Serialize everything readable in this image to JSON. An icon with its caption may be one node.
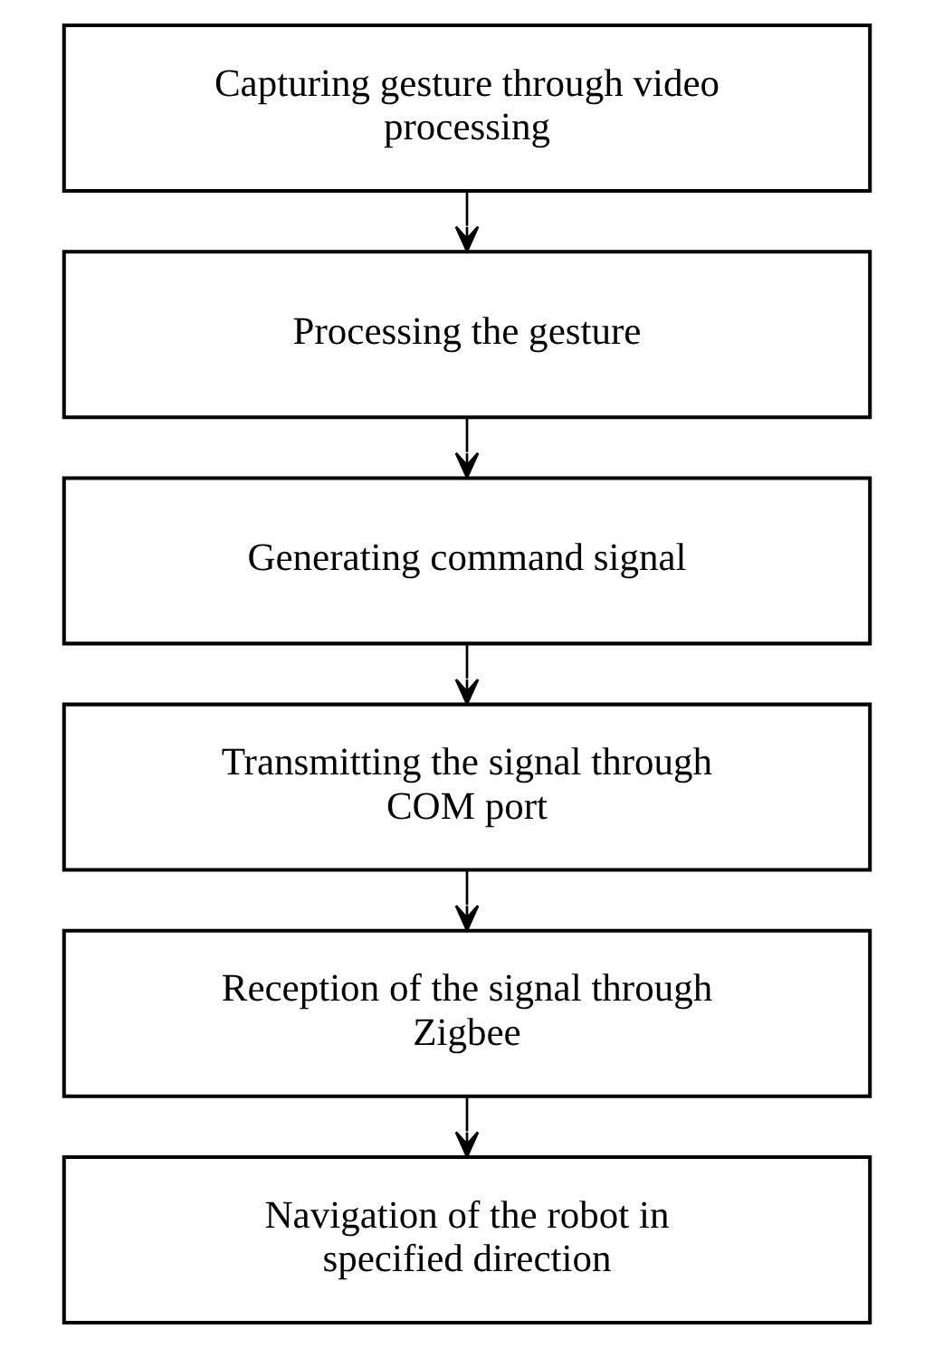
{
  "diagram": {
    "nodes": [
      {
        "text": [
          "Capturing gesture through video processing"
        ]
      },
      {
        "text": [
          "Processing the gesture"
        ]
      },
      {
        "text": [
          "Generating command signal"
        ]
      },
      {
        "text": [
          "Transmitting the signal through COM port"
        ]
      },
      {
        "text": [
          "Reception of the signal through Zigbee"
        ]
      },
      {
        "text": [
          "Navigation of the robot in specified direction"
        ]
      }
    ],
    "edges": [
      {
        "from": 0,
        "to": 1,
        "arrow": "to"
      },
      {
        "from": 1,
        "to": 2,
        "arrow": "to"
      },
      {
        "from": 2,
        "to": 3,
        "arrow": "to"
      },
      {
        "from": 3,
        "to": 4,
        "arrow": "to"
      },
      {
        "from": 4,
        "to": 5,
        "arrow": "to"
      }
    ]
  }
}
